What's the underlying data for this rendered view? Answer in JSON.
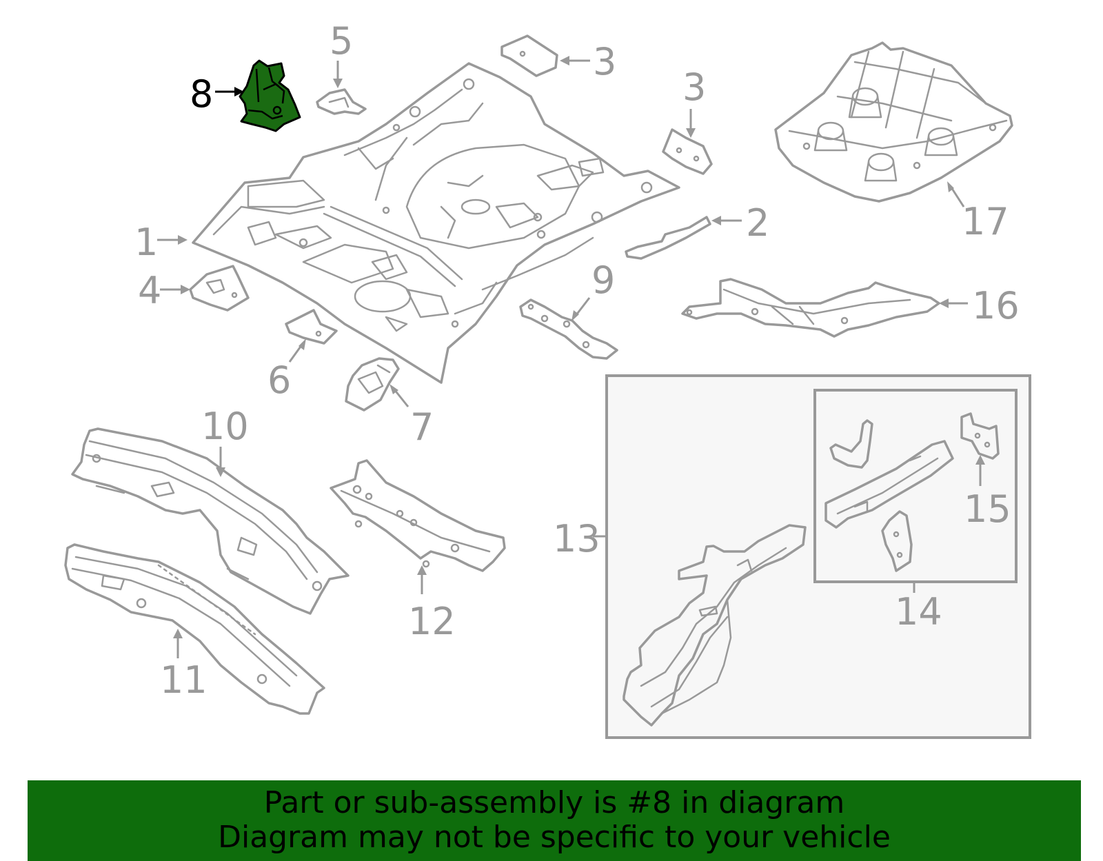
{
  "diagram": {
    "callouts": {
      "c1": "1",
      "c2": "2",
      "c3a": "3",
      "c3b": "3",
      "c4": "4",
      "c5": "5",
      "c6": "6",
      "c7": "7",
      "c8": "8",
      "c9": "9",
      "c10": "10",
      "c11": "11",
      "c12": "12",
      "c13": "13",
      "c14": "14",
      "c15": "15",
      "c16": "16",
      "c17": "17"
    },
    "highlighted_part": "8",
    "highlight_color": "#1a6b12"
  },
  "banner": {
    "line1": "Part or sub-assembly is #8 in diagram",
    "line2": "Diagram may not be specific to your vehicle",
    "color": "#0e6d0c"
  }
}
